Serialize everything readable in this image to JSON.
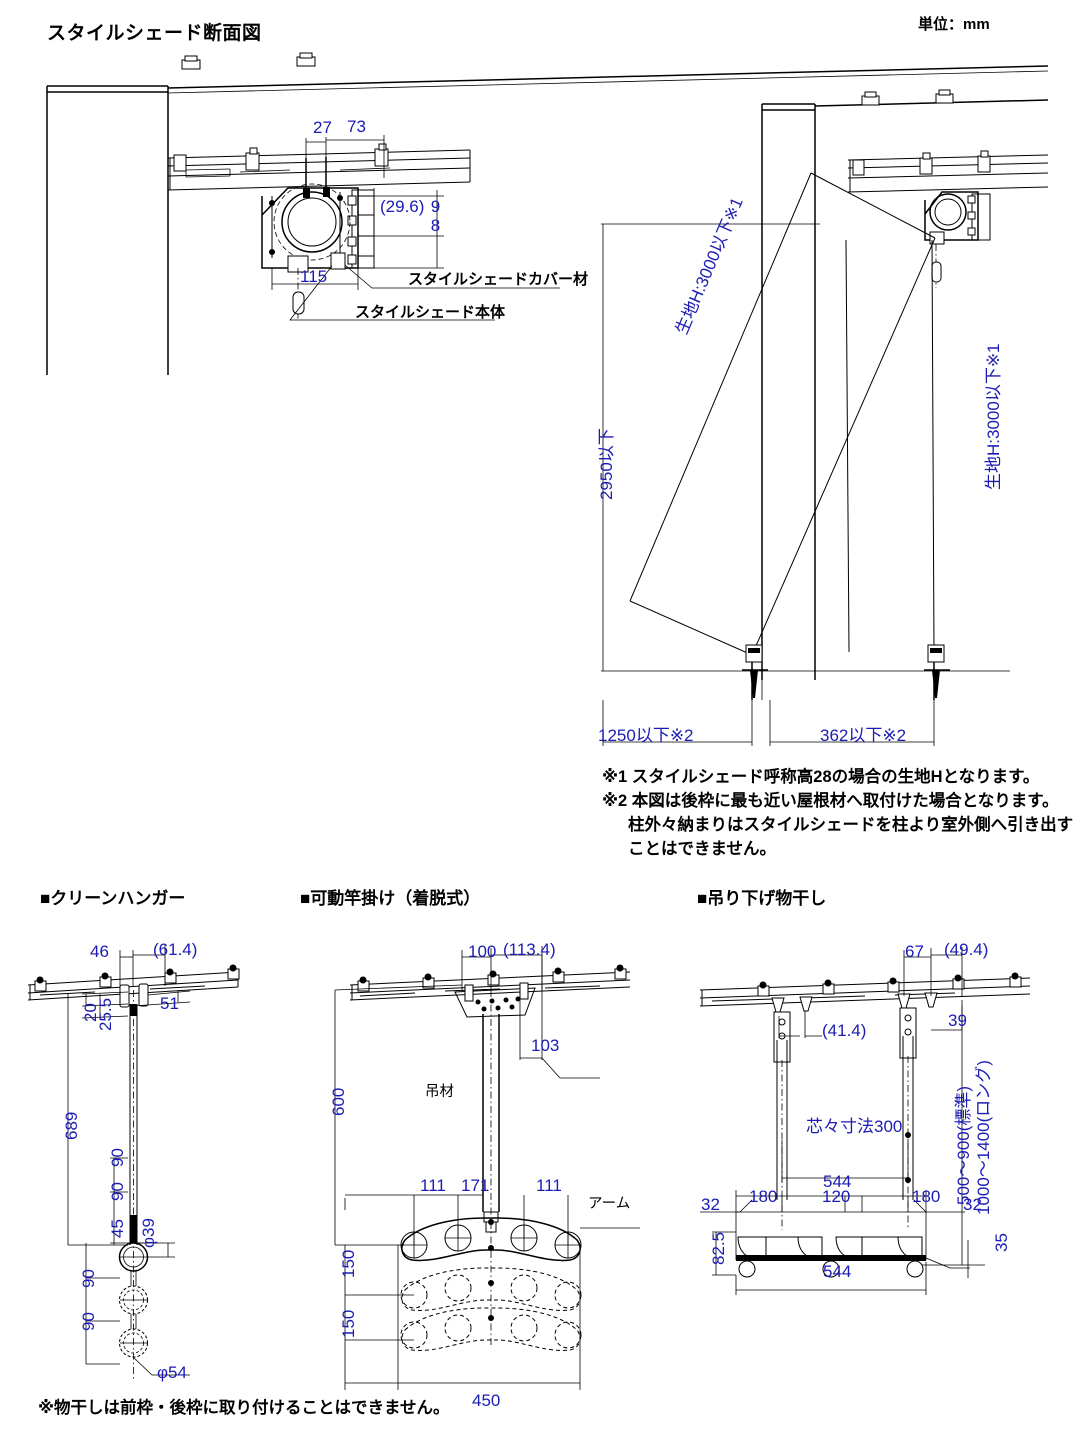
{
  "document": {
    "title": "スタイルシェード断面図",
    "unit_label": "単位：mm"
  },
  "main_section": {
    "callouts": {
      "cover": "スタイルシェードカバー材",
      "body": "スタイルシェード本体"
    },
    "dimensions": {
      "d27": "27",
      "d73": "73",
      "d29_6": "(29.6)",
      "d98": "98",
      "d115": "115"
    }
  },
  "elevation": {
    "dimensions": {
      "height_total": "2950以下",
      "fabric_h_left": "生地H:3000以下※1",
      "fabric_h_right": "生地H:3000以下※1",
      "proj_left": "1250以下※2",
      "proj_right": "362以下※2"
    }
  },
  "footnotes": [
    "※1 スタイルシェード呼称高28の場合の生地Hとなります。",
    "※2 本図は後枠に最も近い屋根材へ取付けた場合となります。",
    "柱外々納まりはスタイルシェードを柱より室外側へ引き出す",
    "ことはできません。"
  ],
  "sections": [
    {
      "id": "clean-hanger",
      "heading": "■クリーンハンガー",
      "dimensions": {
        "d46": "46",
        "d61_4": "(61.4)",
        "d51": "51",
        "d20": "20",
        "d25_5": "25.5",
        "d689": "689",
        "d90a": "90",
        "d90b": "90",
        "d45": "45",
        "phi39": "φ39",
        "d90c": "90",
        "d90d": "90",
        "phi54": "φ54"
      }
    },
    {
      "id": "movable-pole-hanger",
      "heading": "■可動竿掛け（着脱式）",
      "labels": {
        "hanger_rod": "吊材",
        "arm": "アーム"
      },
      "dimensions": {
        "d100": "100",
        "d113_4": "(113.4)",
        "d103": "103",
        "d600": "600",
        "d111a": "111",
        "d171": "171",
        "d111b": "111",
        "d150a": "150",
        "d150b": "150",
        "d450": "450"
      }
    },
    {
      "id": "hanging-dryer",
      "heading": "■吊り下げ物干し",
      "dimensions": {
        "d67": "67",
        "d49_4": "(49.4)",
        "d41_4": "(41.4)",
        "d39": "39",
        "center_distance": "芯々寸法300",
        "drop_standard": "500〜900(標準)",
        "drop_long": "1000〜1400(ロング)",
        "d544_top": "544",
        "d180a": "180",
        "d120": "120",
        "d180b": "180",
        "d32a": "32",
        "d32b": "32",
        "d82_5": "82.5",
        "d35": "35",
        "d544_bottom": "544"
      }
    }
  ],
  "bottom_note": "※物干しは前枠・後枠に取り付けることはできません。"
}
